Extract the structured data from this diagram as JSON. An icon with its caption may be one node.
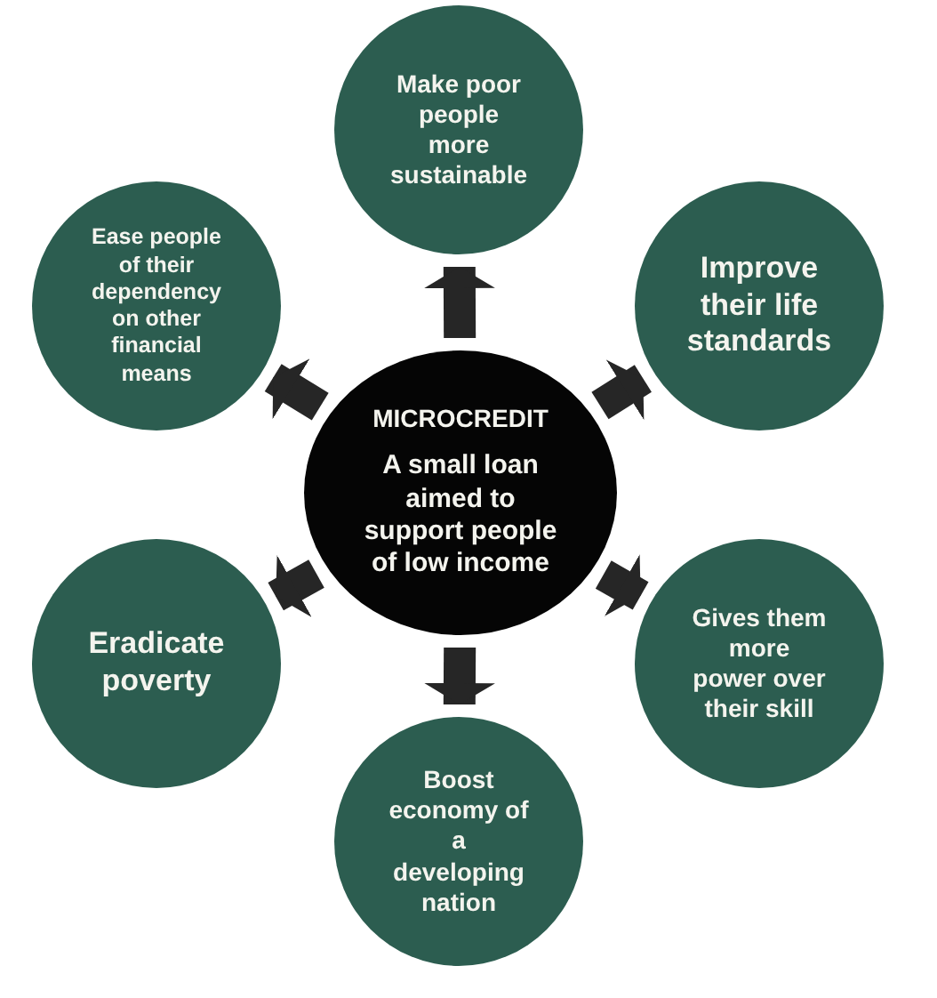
{
  "diagram": {
    "nodes": [
      {
        "text": [
          "Make poor people more sustainable"
        ]
      },
      {
        "text": [
          "Ease people of their dependency on other financial means"
        ]
      },
      {
        "text": [
          "Improve their life standards"
        ]
      },
      {
        "text": [
          "MICROCREDIT",
          "A small loan aimed to support people of low income"
        ]
      },
      {
        "text": [
          "Eradicate poverty"
        ]
      },
      {
        "text": [
          "Gives them more power over their skill"
        ]
      },
      {
        "text": [
          "Boost economy of a developing nation"
        ]
      }
    ],
    "edges": [
      {
        "from": 3,
        "to": 0,
        "arrow": "to"
      },
      {
        "from": 3,
        "to": 2,
        "arrow": "to"
      },
      {
        "from": 3,
        "to": 5,
        "arrow": "to"
      },
      {
        "from": 3,
        "to": 6,
        "arrow": "to"
      },
      {
        "from": 3,
        "to": 4,
        "arrow": "to"
      },
      {
        "from": 3,
        "to": 1,
        "arrow": "to"
      }
    ]
  }
}
